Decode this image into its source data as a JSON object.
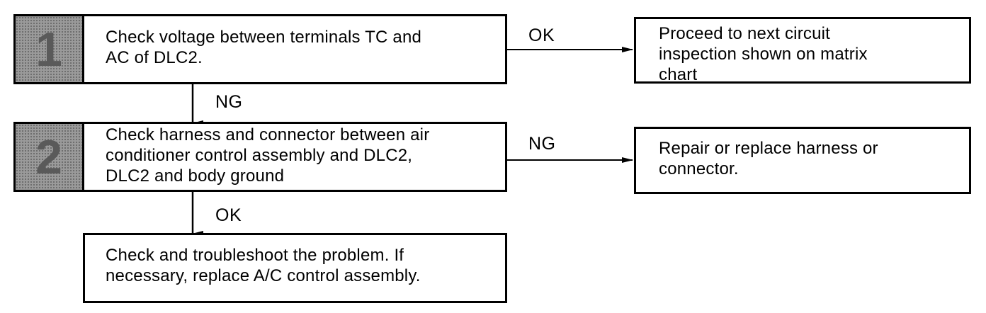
{
  "steps": [
    {
      "number": "1",
      "text": "Check voltage between terminals TC and\nAC of DLC2.",
      "ok_label": "OK",
      "ok_result": "Proceed to next circuit\ninspection shown on matrix\nchart",
      "ng_label": "NG"
    },
    {
      "number": "2",
      "text": "Check harness and connector between air\nconditioner control assembly and DLC2,\nDLC2 and body ground",
      "ng_label": "NG",
      "ng_result": "Repair or replace harness or\nconnector.",
      "ok_label": "OK"
    }
  ],
  "final": {
    "text": "Check and troubleshoot the problem.  If\nnecessary, replace A/C control assembly."
  }
}
